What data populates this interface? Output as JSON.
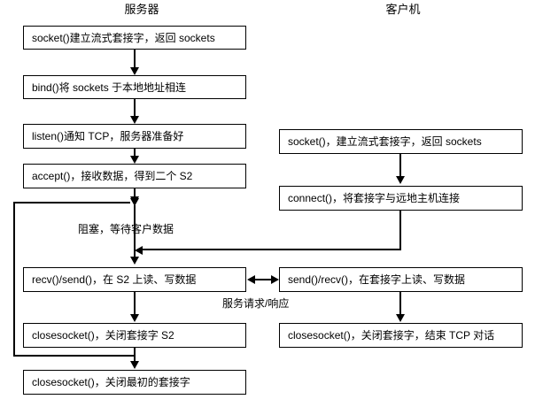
{
  "diagram": {
    "columns": [
      {
        "id": "server",
        "title": "服务器"
      },
      {
        "id": "client",
        "title": "客户机"
      }
    ],
    "server_nodes": [
      {
        "id": "server-socket",
        "label": "socket()建立流式套接字，返回 sockets"
      },
      {
        "id": "server-bind",
        "label": "bind()将 sockets 于本地地址相连"
      },
      {
        "id": "server-listen",
        "label": "listen()通知 TCP，服务器准备好"
      },
      {
        "id": "server-accept",
        "label": "accept()，接收数据，得到二个 S2"
      },
      {
        "id": "server-recv-send",
        "label": "recv()/send()，在 S2 上读、写数据"
      },
      {
        "id": "server-close-s2",
        "label": "closesocket()，关闭套接字 S2"
      },
      {
        "id": "server-close-initial",
        "label": "closesocket()，关闭最初的套接字"
      }
    ],
    "client_nodes": [
      {
        "id": "client-socket",
        "label": "socket()，建立流式套接字，返回 sockets"
      },
      {
        "id": "client-connect",
        "label": "connect()，将套接字与远地主机连接"
      },
      {
        "id": "client-send-recv",
        "label": "send()/recv()，在套接字上读、写数据"
      },
      {
        "id": "client-close",
        "label": "closesocket()，关闭套接字，结束 TCP 对话"
      }
    ],
    "edge_labels": [
      {
        "id": "blocking-wait",
        "label": "阻塞，等待客户数据"
      },
      {
        "id": "request-response",
        "label": "服务请求/响应"
      }
    ],
    "colors": {
      "stroke": "#000000",
      "fill": "#ffffff",
      "text": "#000000"
    }
  }
}
